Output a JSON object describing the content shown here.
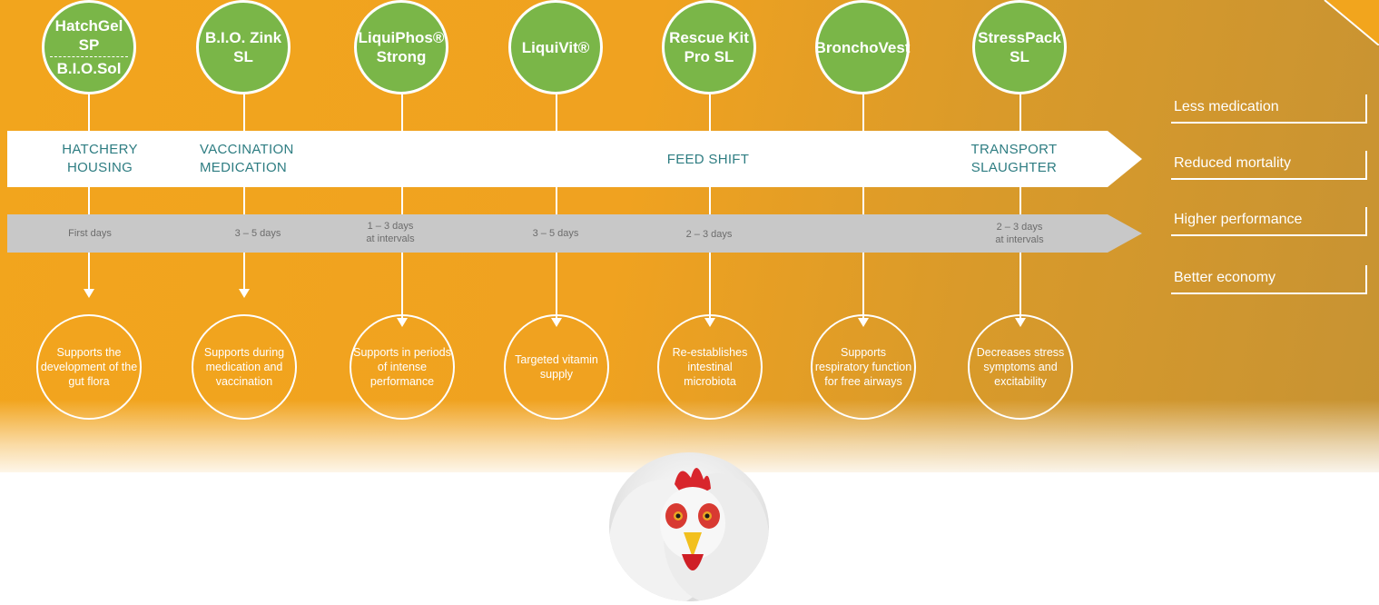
{
  "products": [
    {
      "line1": "HatchGel SP",
      "line2": "B.I.O.Sol",
      "split": true
    },
    {
      "line1": "B.I.O. Zink",
      "line2": "SL"
    },
    {
      "line1": "LiquiPhos®",
      "line2": "Strong"
    },
    {
      "line1": "LiquiVit®",
      "line2": ""
    },
    {
      "line1": "Rescue Kit",
      "line2": "Pro SL"
    },
    {
      "line1": "BronchoVest",
      "line2": ""
    },
    {
      "line1": "StressPack",
      "line2": "SL"
    }
  ],
  "stages": [
    {
      "line1": "HATCHERY",
      "line2": "HOUSING"
    },
    {
      "line1": "VACCINATION",
      "line2": "MEDICATION"
    },
    {
      "line1": "FEED SHIFT",
      "line2": ""
    },
    {
      "line1": "TRANSPORT",
      "line2": "SLAUGHTER"
    }
  ],
  "durations": [
    {
      "line1": "First days",
      "line2": ""
    },
    {
      "line1": "3 – 5 days",
      "line2": ""
    },
    {
      "line1": "1 – 3 days",
      "line2": "at intervals"
    },
    {
      "line1": "3 – 5 days",
      "line2": ""
    },
    {
      "line1": "2 – 3 days",
      "line2": ""
    },
    {
      "line1": "2 – 3 days",
      "line2": "at intervals"
    }
  ],
  "benefits": [
    "Supports the development of the gut flora",
    "Supports during medication and vaccination",
    "Supports in periods of intense performance",
    "Targeted vitamin supply",
    "Re-establishes intestinal microbiota",
    "Supports respiratory function for free airways",
    "Decreases stress symptoms and excitability"
  ],
  "outcomes": [
    "Less medication",
    "Reduced mortality",
    "Higher performance",
    "Better economy"
  ],
  "colors": {
    "background": "#f2a51d",
    "product_green": "#7ab648",
    "stage_text": "#2e7d82",
    "duration_bar": "#c8c8c8"
  },
  "image": {
    "subject": "chicken-photo"
  }
}
